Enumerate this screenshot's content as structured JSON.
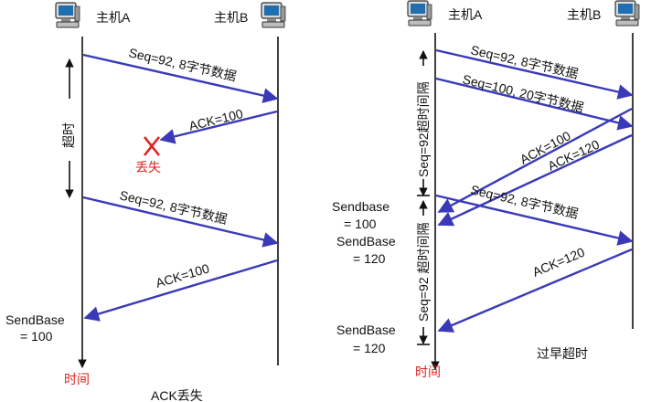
{
  "colors": {
    "message": "#3a3ab8",
    "lost": "#e0201e",
    "text": "#111111"
  },
  "left": {
    "host_a": "主机A",
    "host_b": "主机B",
    "msg1": "Seq=92, 8字节数据",
    "ack1": "ACK=100",
    "lost": "丢失",
    "timeout": "超时",
    "msg2": "Seq=92, 8字节数据",
    "ack2": "ACK=100",
    "sendbase1": "SendBase",
    "sendbase2": "= 100",
    "time": "时间",
    "caption": "ACK丢失"
  },
  "right": {
    "host_a": "主机A",
    "host_b": "主机B",
    "msg1": "Seq=92, 8字节数据",
    "msg2": "Seq=100, 20字节数据",
    "ack1": "ACK=100",
    "ack2": "ACK=120",
    "msg3": "Seq=92, 8字节数据",
    "ack3": "ACK=120",
    "interval1": "Seq=92超时间隔",
    "interval2": "Seq=92 超时间隔",
    "sb1a": "Sendbase",
    "sb1b": "= 100",
    "sb2a": "SendBase",
    "sb2b": "= 120",
    "sb3a": "SendBase",
    "sb3b": "= 120",
    "time": "时间",
    "caption": "过早超时"
  },
  "icons": [
    "computer-icon"
  ]
}
